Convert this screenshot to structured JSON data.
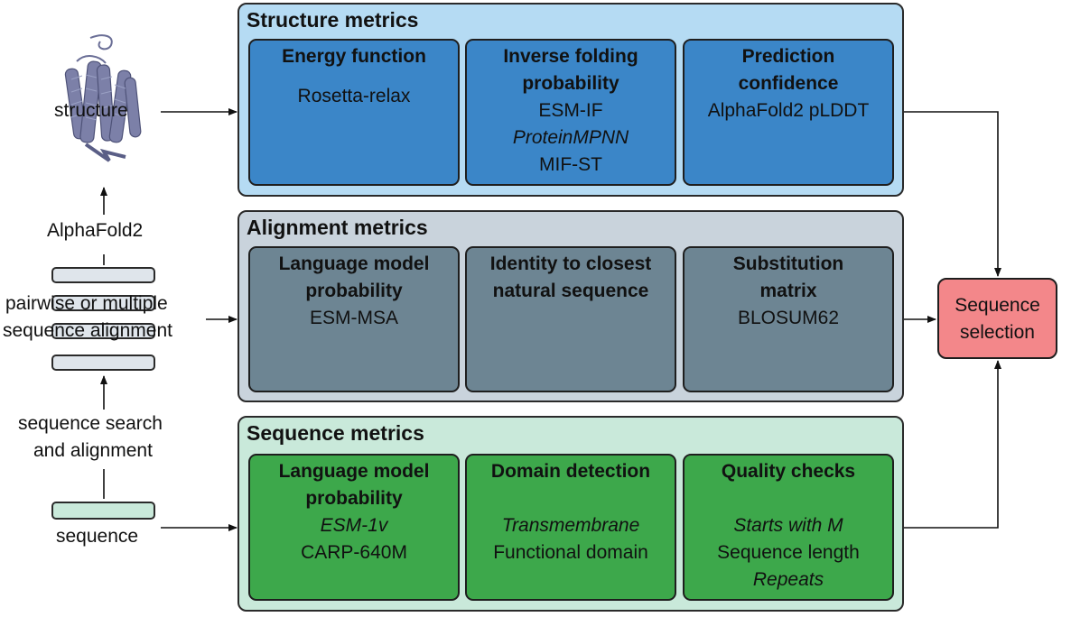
{
  "colors": {
    "structure_panel": "#b5dbf3",
    "structure_box": "#3b86c8",
    "alignment_panel": "#c9d3dc",
    "alignment_box": "#6d8593",
    "sequence_panel": "#c9e9da",
    "sequence_box": "#3da84b",
    "selection_box": "#f3878a",
    "alignment_bar": "#dfe5eb",
    "sequence_bar": "#c9e9da",
    "protein": "#7c80a8"
  },
  "left": {
    "structure_label": "structure",
    "alphafold_label": "AlphaFold2",
    "alignment_label_line1": "pairwise or multiple",
    "alignment_label_line2": "sequence alignment",
    "search_label_line1": "sequence search",
    "search_label_line2": "and alignment",
    "sequence_label": "sequence",
    "protein_icon": "protein-structure-icon"
  },
  "structure": {
    "title": "Structure metrics",
    "boxes": [
      {
        "title": [
          "Energy function"
        ],
        "items": [
          {
            "text": "Rosetta-relax",
            "italic": false
          }
        ]
      },
      {
        "title": [
          "Inverse folding",
          "probability"
        ],
        "items": [
          {
            "text": "ESM-IF",
            "italic": false
          },
          {
            "text": "ProteinMPNN",
            "italic": true
          },
          {
            "text": "MIF-ST",
            "italic": false
          }
        ]
      },
      {
        "title": [
          "Prediction",
          "confidence"
        ],
        "items": [
          {
            "text": "AlphaFold2 pLDDT",
            "italic": false
          }
        ]
      }
    ]
  },
  "alignment": {
    "title": "Alignment metrics",
    "boxes": [
      {
        "title": [
          "Language model",
          "probability"
        ],
        "items": [
          {
            "text": "ESM-MSA",
            "italic": false
          }
        ]
      },
      {
        "title": [
          "Identity to closest",
          "natural sequence"
        ],
        "items": []
      },
      {
        "title": [
          "Substitution",
          "matrix"
        ],
        "items": [
          {
            "text": "BLOSUM62",
            "italic": false
          }
        ]
      }
    ]
  },
  "sequence": {
    "title": "Sequence metrics",
    "boxes": [
      {
        "title": [
          "Language model",
          "probability"
        ],
        "items": [
          {
            "text": "ESM-1v",
            "italic": true
          },
          {
            "text": "CARP-640M",
            "italic": false
          }
        ]
      },
      {
        "title": [
          "Domain detection"
        ],
        "items": [
          {
            "text": "",
            "italic": false
          },
          {
            "text": "Transmembrane",
            "italic": true
          },
          {
            "text": "Functional domain",
            "italic": false
          }
        ]
      },
      {
        "title": [
          "Quality checks"
        ],
        "items": [
          {
            "text": "",
            "italic": false
          },
          {
            "text": "Starts with M",
            "italic": true
          },
          {
            "text": "Sequence length",
            "italic": false
          },
          {
            "text": "Repeats",
            "italic": true
          }
        ]
      }
    ]
  },
  "selection": {
    "line1": "Sequence",
    "line2": "selection"
  }
}
